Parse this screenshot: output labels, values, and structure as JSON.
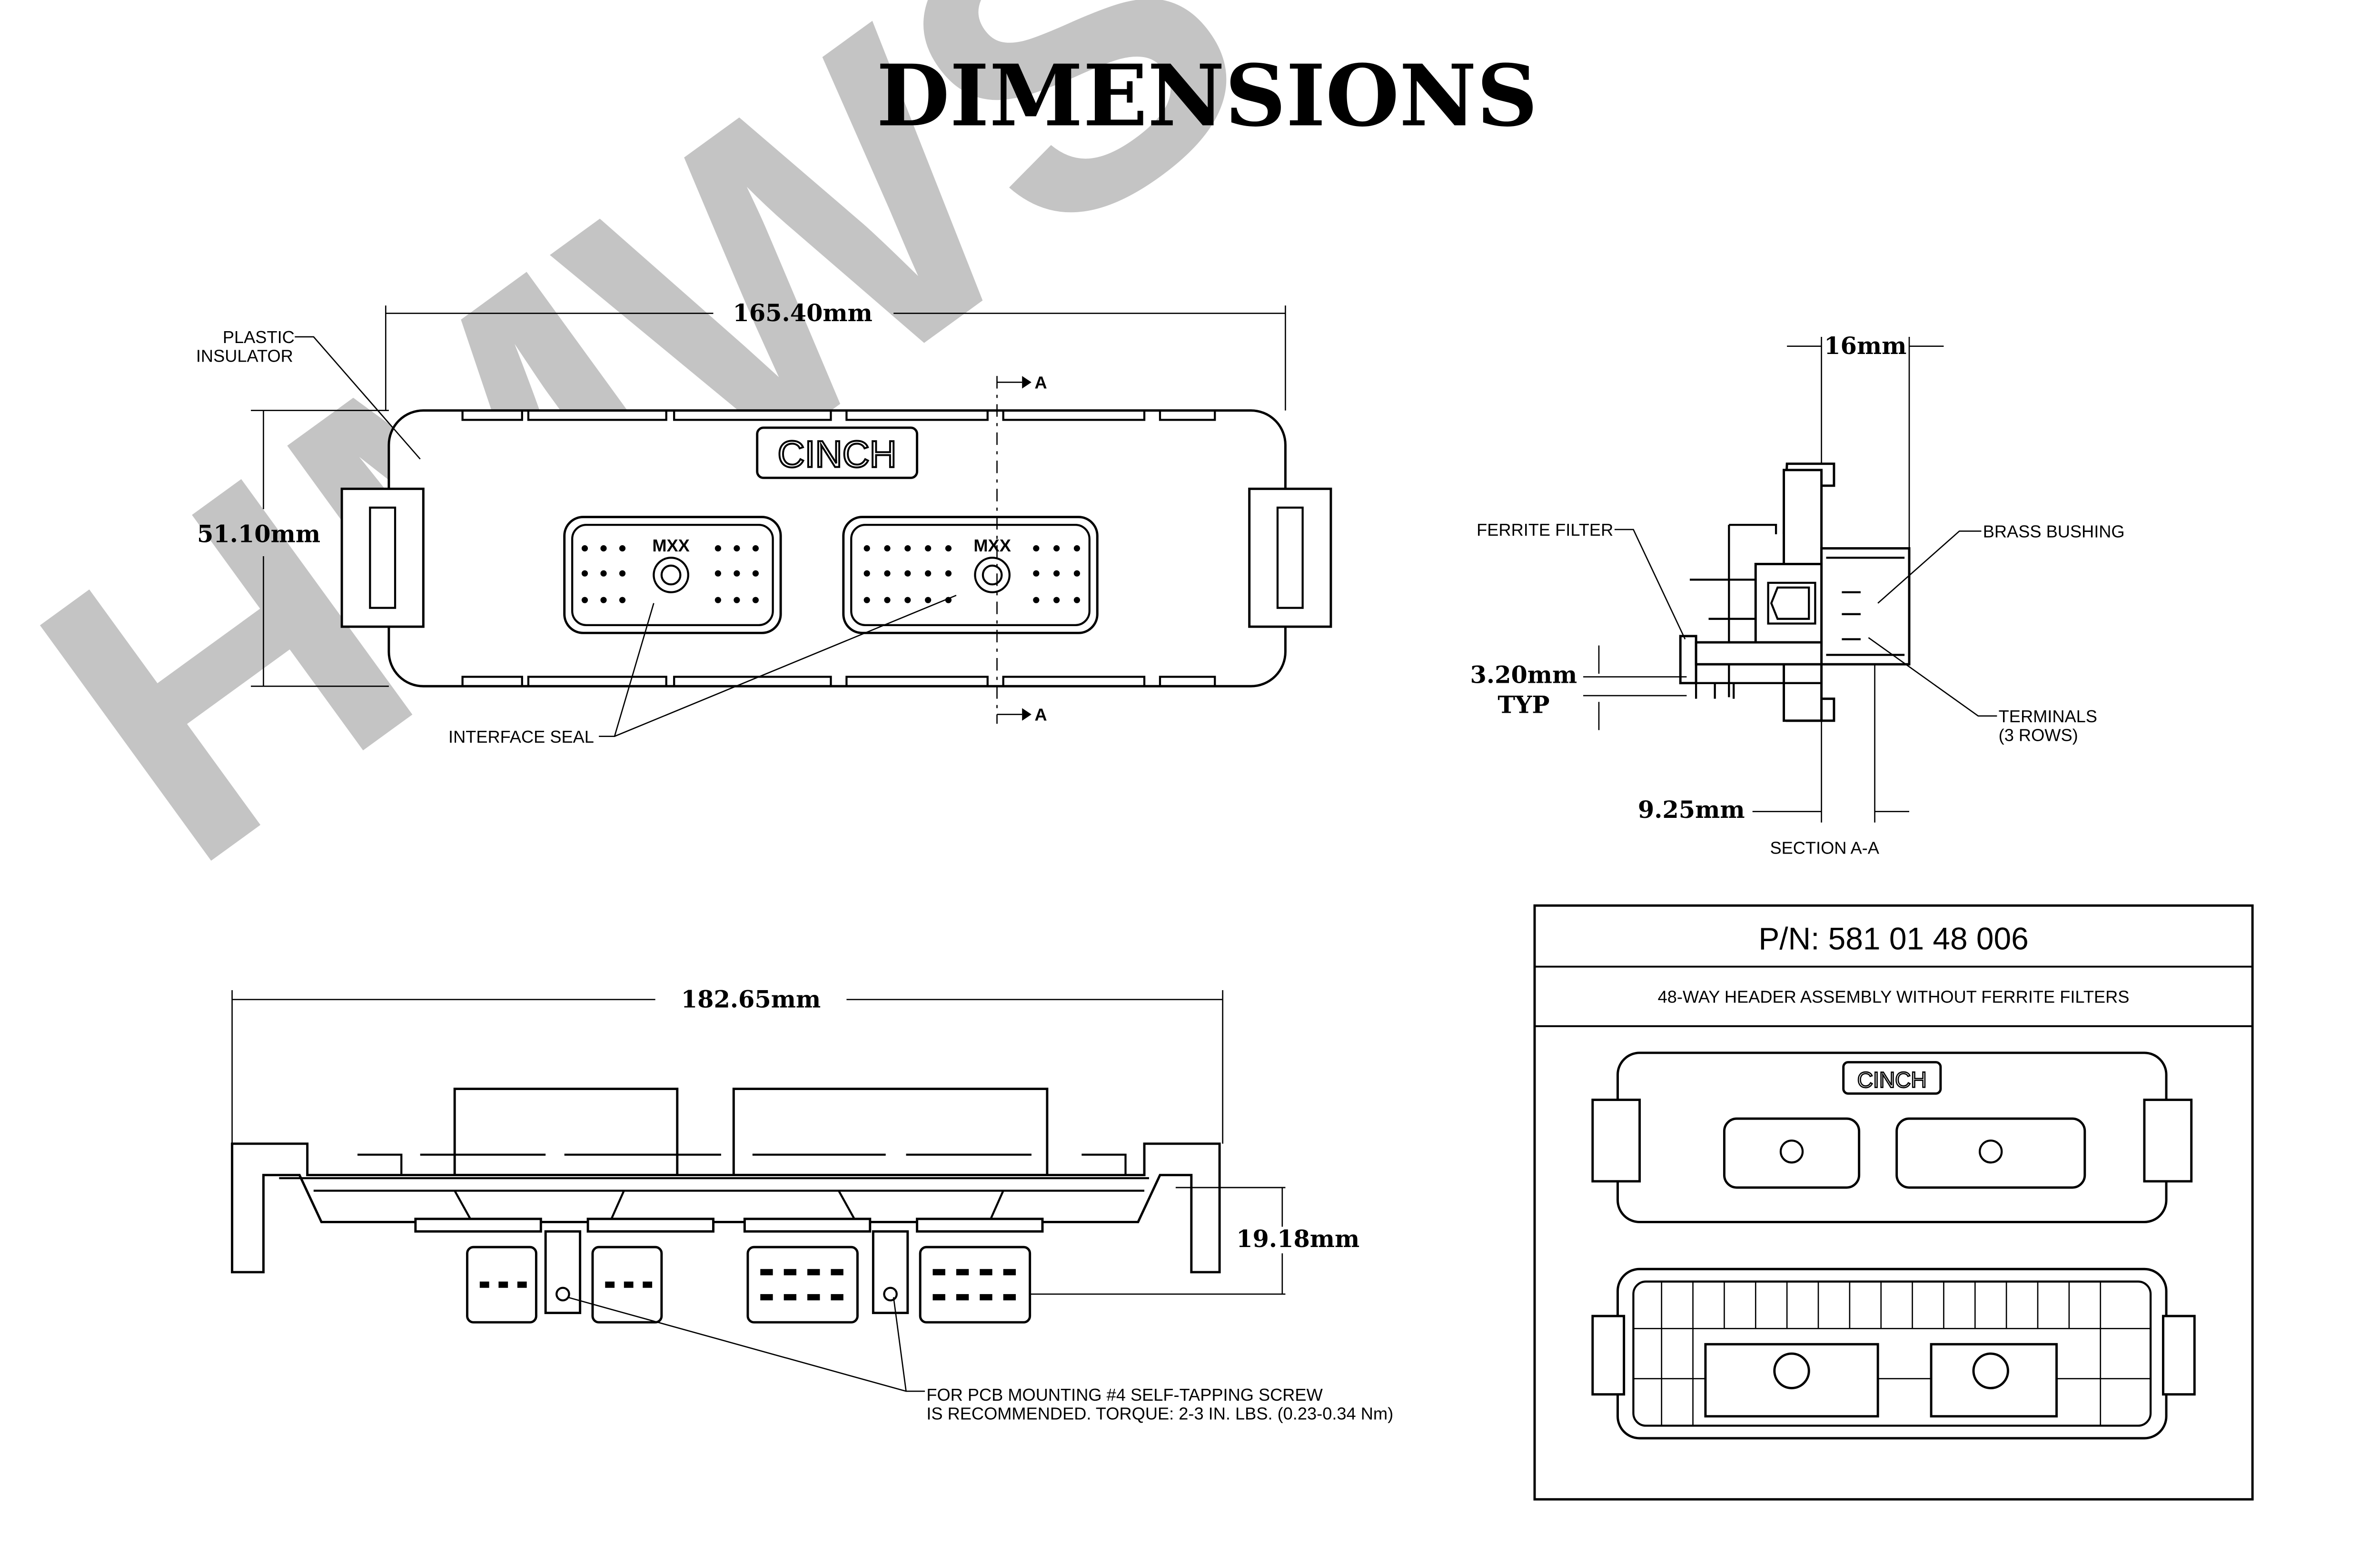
{
  "title": "DIMENSIONS",
  "watermark": "HMWS",
  "top_view": {
    "width_dim": "165.40mm",
    "height_dim": "51.10mm",
    "label_plastic_1": "PLASTIC",
    "label_plastic_2": "INSULATOR",
    "label_interface": "INTERFACE SEAL",
    "logo": "CINCH",
    "mxx_1": "MXX",
    "mxx_2": "MXX",
    "section_mark": "A"
  },
  "section_view": {
    "depth_dim": "16mm",
    "pitch_dim": "3.20mm",
    "pitch_typ": "TYP",
    "offset_dim": "9.25mm",
    "label_ferrite": "FERRITE FILTER",
    "label_brass": "BRASS BUSHING",
    "label_terminals_1": "TERMINALS",
    "label_terminals_2": "(3 ROWS)",
    "caption": "SECTION  A-A"
  },
  "side_view": {
    "length_dim": "182.65mm",
    "height_dim": "19.18mm",
    "note_1": "FOR PCB MOUNTING #4 SELF-TAPPING SCREW",
    "note_2": "IS RECOMMENDED. TORQUE: 2-3 IN. LBS. (0.23-0.34 Nm)"
  },
  "info_box": {
    "part_number": "P/N: 581 01 48 006",
    "description": "48-WAY HEADER ASSEMBLY WITHOUT FERRITE FILTERS",
    "logo": "CINCH"
  }
}
